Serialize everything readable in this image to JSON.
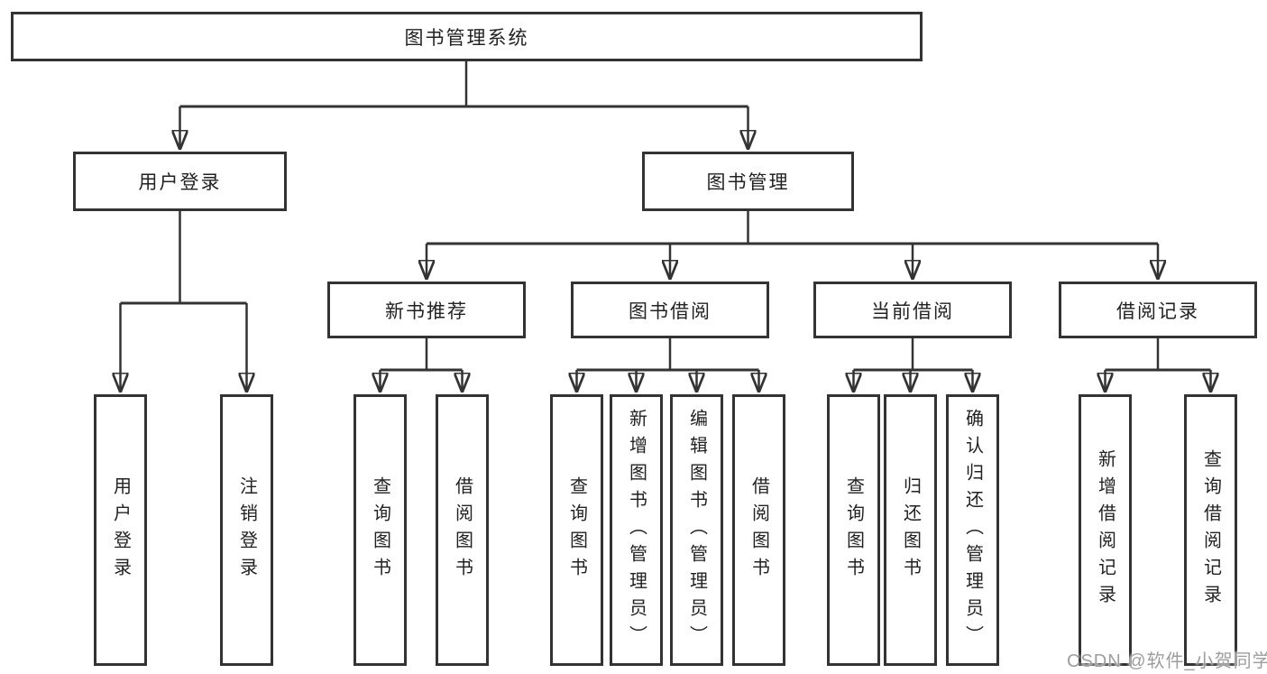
{
  "tree": {
    "root": {
      "label": "图书管理系统"
    },
    "branches": [
      {
        "label": "用户登录",
        "children": [
          {
            "label": "用户登录"
          },
          {
            "label": "注销登录"
          }
        ]
      },
      {
        "label": "图书管理",
        "children": [
          {
            "label": "新书推荐",
            "children": [
              {
                "label": "查询图书"
              },
              {
                "label": "借阅图书"
              }
            ]
          },
          {
            "label": "图书借阅",
            "children": [
              {
                "label": "查询图书"
              },
              {
                "label": "新增图书（管理员）"
              },
              {
                "label": "编辑图书（管理员）"
              },
              {
                "label": "借阅图书"
              }
            ]
          },
          {
            "label": "当前借阅",
            "children": [
              {
                "label": "查询图书"
              },
              {
                "label": "归还图书"
              },
              {
                "label": "确认归还（管理员）"
              }
            ]
          },
          {
            "label": "借阅记录",
            "children": [
              {
                "label": "新增借阅记录"
              },
              {
                "label": "查询借阅记录"
              }
            ]
          }
        ]
      }
    ]
  },
  "watermark": {
    "text": "CSDN @软件_小贺同学"
  },
  "colors": {
    "line": "#333333",
    "box_border": "#333333",
    "box_fill": "#ffffff",
    "text": "#222222",
    "watermark": "#9d9d9d"
  }
}
